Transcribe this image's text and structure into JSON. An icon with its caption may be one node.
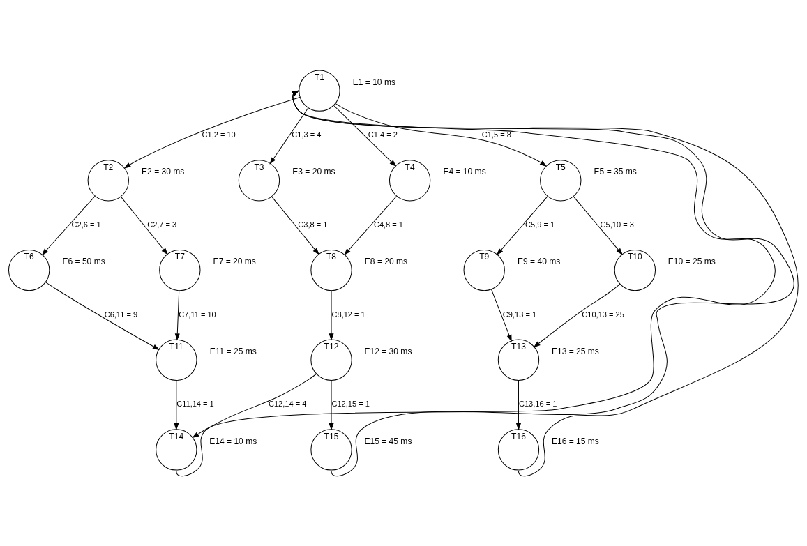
{
  "diagram": {
    "nodes": [
      {
        "text": [
          "T1"
        ],
        "beside": [
          "E1 = 10 ms"
        ]
      },
      {
        "text": [
          "T2"
        ],
        "beside": [
          "E2 = 30 ms"
        ]
      },
      {
        "text": [
          "T3"
        ],
        "beside": [
          "E3 = 20 ms"
        ]
      },
      {
        "text": [
          "T4"
        ],
        "beside": [
          "E4 = 10 ms"
        ]
      },
      {
        "text": [
          "T5"
        ],
        "beside": [
          "E5 = 35 ms"
        ]
      },
      {
        "text": [
          "T6"
        ],
        "beside": [
          "E6 = 50 ms"
        ]
      },
      {
        "text": [
          "T7"
        ],
        "beside": [
          "E7 = 20 ms"
        ]
      },
      {
        "text": [
          "T8"
        ],
        "beside": [
          "E8 = 20 ms"
        ]
      },
      {
        "text": [
          "T9"
        ],
        "beside": [
          "E9 = 40 ms"
        ]
      },
      {
        "text": [
          "T10"
        ],
        "beside": [
          "E10 = 25 ms"
        ]
      },
      {
        "text": [
          "T11"
        ],
        "beside": [
          "E11 = 25 ms"
        ]
      },
      {
        "text": [
          "T12"
        ],
        "beside": [
          "E12 = 30 ms"
        ]
      },
      {
        "text": [
          "T13"
        ],
        "beside": [
          "E13 = 25 ms"
        ]
      },
      {
        "text": [
          "T14"
        ],
        "beside": [
          "E14 = 10 ms"
        ]
      },
      {
        "text": [
          "T15"
        ],
        "beside": [
          "E15 = 45 ms"
        ]
      },
      {
        "text": [
          "T16"
        ],
        "beside": [
          "E16 = 15 ms"
        ]
      }
    ],
    "edges": [
      {
        "from": 0,
        "to": 1,
        "arrow": "to",
        "label": "C1,2 = 10"
      },
      {
        "from": 0,
        "to": 2,
        "arrow": "to",
        "label": "C1,3 = 4"
      },
      {
        "from": 0,
        "to": 3,
        "arrow": "to",
        "label": "C1,4 = 2"
      },
      {
        "from": 0,
        "to": 4,
        "arrow": "to",
        "label": "C1,5 = 8"
      },
      {
        "from": 1,
        "to": 5,
        "arrow": "to",
        "label": "C2,6 = 1"
      },
      {
        "from": 1,
        "to": 6,
        "arrow": "to",
        "label": "C2,7 = 3"
      },
      {
        "from": 2,
        "to": 7,
        "arrow": "to",
        "label": "C3,8 = 1"
      },
      {
        "from": 3,
        "to": 7,
        "arrow": "to",
        "label": "C4,8 = 1"
      },
      {
        "from": 4,
        "to": 8,
        "arrow": "to",
        "label": "C5,9 = 1"
      },
      {
        "from": 4,
        "to": 9,
        "arrow": "to",
        "label": "C5,10 = 3"
      },
      {
        "from": 5,
        "to": 10,
        "arrow": "to",
        "label": "C6,11 = 9"
      },
      {
        "from": 6,
        "to": 10,
        "arrow": "to",
        "label": "C7,11 = 10"
      },
      {
        "from": 7,
        "to": 11,
        "arrow": "to",
        "label": "C8,12 = 1"
      },
      {
        "from": 8,
        "to": 12,
        "arrow": "to",
        "label": "C9,13 = 1"
      },
      {
        "from": 9,
        "to": 12,
        "arrow": "to",
        "label": "C10,13 = 25"
      },
      {
        "from": 10,
        "to": 13,
        "arrow": "to",
        "label": "C11,14 = 1"
      },
      {
        "from": 11,
        "to": 13,
        "arrow": "to",
        "label": "C12,14 = 4"
      },
      {
        "from": 11,
        "to": 14,
        "arrow": "to",
        "label": "C12,15 = 1"
      },
      {
        "from": 12,
        "to": 15,
        "arrow": "to",
        "label": "C13,16 = 1"
      },
      {
        "from": 13,
        "to": 0,
        "arrow": "to"
      },
      {
        "from": 14,
        "to": 0,
        "arrow": "to"
      },
      {
        "from": 15,
        "to": 0,
        "arrow": "to"
      }
    ]
  }
}
